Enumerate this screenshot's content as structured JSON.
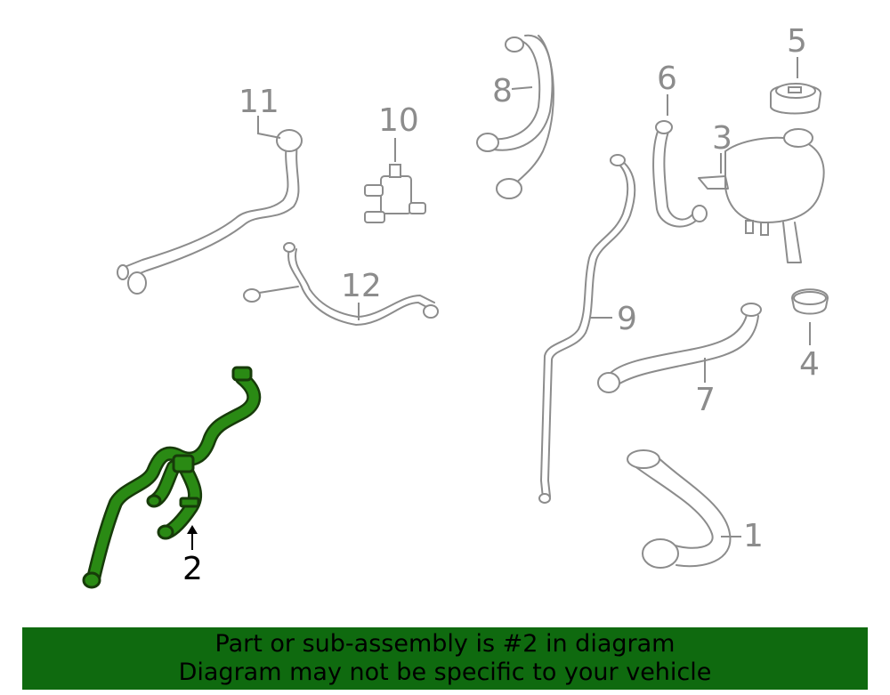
{
  "callouts": {
    "c1": "1",
    "c2": "2",
    "c3": "3",
    "c4": "4",
    "c5": "5",
    "c6": "6",
    "c7": "7",
    "c8": "8",
    "c9": "9",
    "c10": "10",
    "c11": "11",
    "c12": "12"
  },
  "highlighted_part": "2",
  "colors": {
    "highlight": "#2a8a14",
    "banner": "#0f6a0f",
    "lineart": "#8c8c8c"
  },
  "banner": {
    "line1": "Part or sub-assembly is #2 in diagram",
    "line2": "Diagram may not be specific to your vehicle"
  }
}
